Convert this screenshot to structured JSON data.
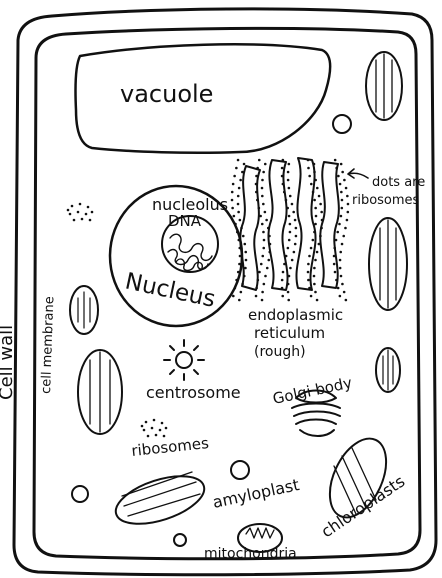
{
  "labels": {
    "vacuole": "vacuole",
    "nucleolus": "nucleolus",
    "dna": "DNA",
    "nucleus": "Nucleus",
    "ribosome_note_line1": "dots are",
    "ribosome_note_line2": "ribosomes",
    "er_line1": "endoplasmic",
    "er_line2": "reticulum",
    "er_line3": "(rough)",
    "cell_wall": "Cell wall",
    "cell_membrane": "cell membrane",
    "centrosome": "centrosome",
    "golgi_body": "Golgi body",
    "ribosomes": "ribosomes",
    "amyloplast": "amyloplast",
    "chloroplasts": "chloroplasts",
    "mitochondria": "mitochondria"
  },
  "colors": {
    "ink": "#111111",
    "paper": "#ffffff"
  }
}
